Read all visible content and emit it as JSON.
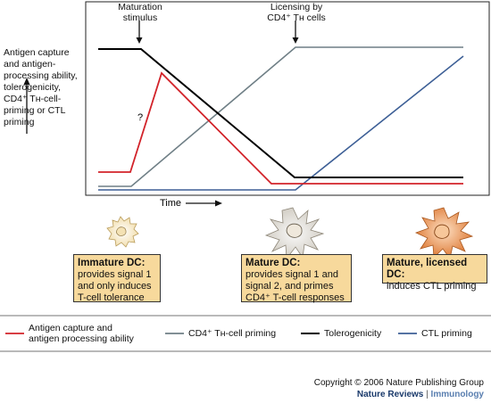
{
  "y_axis_label": {
    "lines": [
      "Antigen capture",
      "and antigen-",
      "processing ability,",
      "tolerogenicity,",
      "CD4⁺ Tʜ-cell-",
      "priming or CTL",
      "priming"
    ]
  },
  "annotations": {
    "maturation": [
      "Maturation",
      "stimulus"
    ],
    "licensing": [
      "Licensing by",
      "CD4⁺ Tʜ cells"
    ],
    "question": "?",
    "time": "Time"
  },
  "stages": [
    {
      "title": "Immature DC:",
      "desc": [
        "provides signal 1",
        "and only induces",
        "T-cell tolerance"
      ]
    },
    {
      "title": "Mature DC:",
      "desc": [
        "provides signal 1 and",
        "signal 2, and primes",
        "CD4⁺ T-cell responses"
      ]
    },
    {
      "title": "Mature, licensed DC:",
      "desc": [
        "induces CTL priming"
      ]
    }
  ],
  "legend": [
    {
      "label_lines": [
        "Antigen capture and",
        "antigen processing ability"
      ],
      "color": "#d2232a"
    },
    {
      "label_lines": [
        "CD4⁺ Tʜ-cell priming"
      ],
      "color": "#6f7f86"
    },
    {
      "label_lines": [
        "Tolerogenicity"
      ],
      "color": "#000000"
    },
    {
      "label_lines": [
        "CTL priming"
      ],
      "color": "#3d5f96"
    }
  ],
  "copyright": "Copyright © 2006 Nature Publishing Group",
  "brand": {
    "journal": "Nature Reviews",
    "separator": "|",
    "section": "Immunology"
  },
  "colors": {
    "box_fill": "#f7d99c",
    "cell_immature": "#f6e7c2",
    "cell_mature": "#e0ddd6",
    "cell_licensed": "#e58c4a"
  }
}
